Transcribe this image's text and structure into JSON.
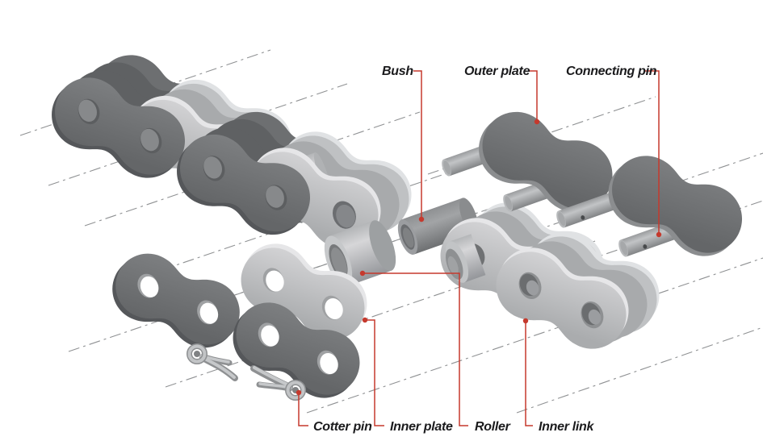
{
  "figure": {
    "type": "exploded-view-technical-diagram",
    "subject": "roller chain components"
  },
  "labels": {
    "bush": "Bush",
    "outer_plate": "Outer plate",
    "connecting_pin": "Connecting pin",
    "cotter_pin": "Cotter pin",
    "inner_plate": "Inner plate",
    "roller": "Roller",
    "inner_link": "Inner link"
  },
  "colors": {
    "leader_red": "#c5392d",
    "label_text": "#1b1b1d",
    "dark_plate": "#747477",
    "light_plate": "#c7c7c9",
    "pin_gray": "#a8aaac",
    "centerline_gray": "#8f9193",
    "background": "#ffffff"
  }
}
